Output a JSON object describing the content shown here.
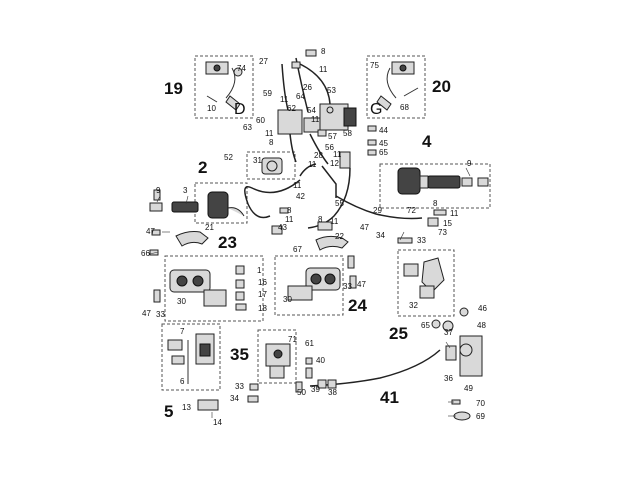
{
  "groups": {
    "g19": "19",
    "g20": "20",
    "g4": "4",
    "g2": "2",
    "g23": "23",
    "g24": "24",
    "g25": "25",
    "g35": "35",
    "g5": "5",
    "g41": "41"
  },
  "letters": {
    "left": "D",
    "right": "G"
  },
  "parts": {
    "p8a": "8",
    "p27": "27",
    "p11a": "11",
    "p26": "26",
    "p53": "53",
    "p64": "64",
    "p59": "59",
    "p11b": "11",
    "p62": "62",
    "p54": "54",
    "p11c": "11",
    "p60": "60",
    "p63": "63",
    "p11d": "11",
    "p8b": "8",
    "p57": "57",
    "p58": "58",
    "p56": "56",
    "p74": "74",
    "p10": "10",
    "p75": "75",
    "p68": "68",
    "p44": "44",
    "p45": "45",
    "p65a": "65",
    "p52": "52",
    "p31": "31",
    "p28": "28",
    "p11e": "11",
    "p12": "12",
    "p11f": "11",
    "p11g": "11",
    "p42": "42",
    "p55": "55",
    "p9a": "9",
    "p3": "3",
    "p9b": "9",
    "p8c": "8",
    "p11h": "11",
    "p29": "29",
    "p72": "72",
    "p8d": "8",
    "p11i": "11",
    "p15": "15",
    "p73": "73",
    "p8e": "8",
    "p11j": "11",
    "p43": "43",
    "p47a": "47",
    "p34": "34",
    "p33a": "33",
    "p21": "21",
    "p22": "22",
    "p47b": "47",
    "p66": "66",
    "p67": "67",
    "p1": "1",
    "p16": "16",
    "p17": "17",
    "p18": "18",
    "p30a": "30",
    "p47c": "47",
    "p33b": "33",
    "p33c": "33",
    "p47d": "47",
    "p30b": "30",
    "p32": "32",
    "p46": "46",
    "p48": "48",
    "p65b": "65",
    "p37": "37",
    "p7": "7",
    "p71": "71",
    "p61": "61",
    "p40": "40",
    "p36": "36",
    "p6": "6",
    "p33d": "33",
    "p34b": "34",
    "p50": "50",
    "p39": "39",
    "p38": "38",
    "p49": "49",
    "p13": "13",
    "p14": "14",
    "p70": "70",
    "p69": "69"
  }
}
